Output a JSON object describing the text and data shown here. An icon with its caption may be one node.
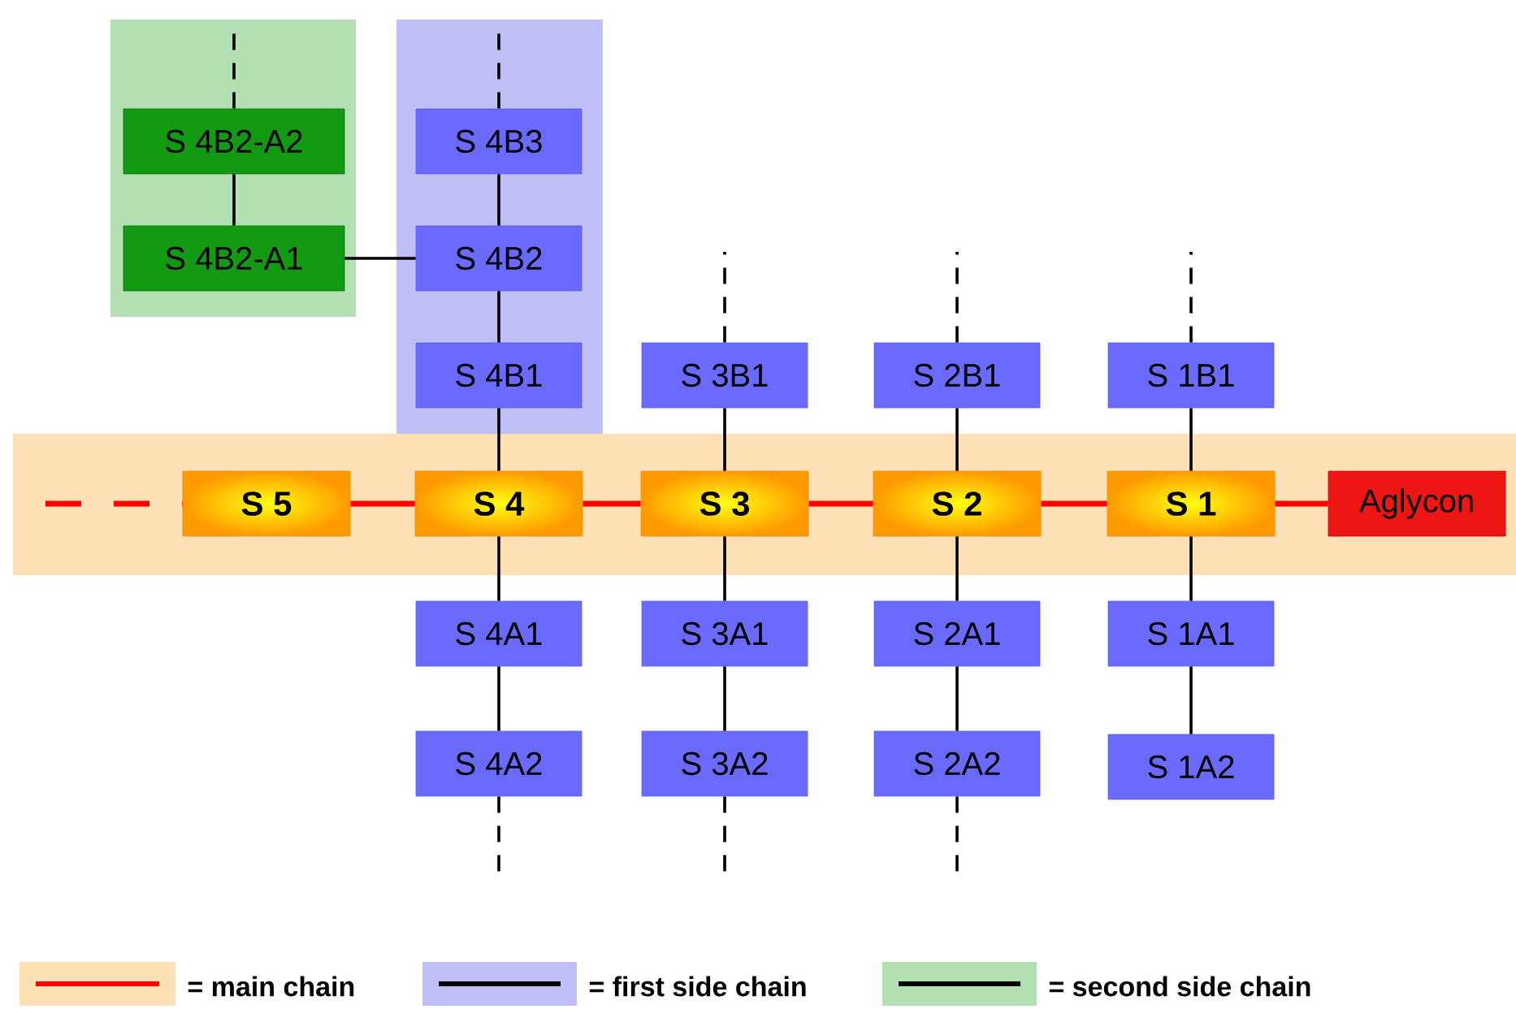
{
  "diagram": {
    "nodes": [
      {
        "text": [],
        "shape": "box"
      },
      {
        "text": [
          "S 4B2-A2"
        ],
        "in": 0
      },
      {
        "text": [
          "S 4B2-A1"
        ],
        "in": 0
      },
      {
        "text": [],
        "shape": "box"
      },
      {
        "text": [
          "S 4B3"
        ],
        "in": 3
      },
      {
        "text": [
          "S 4B2"
        ],
        "in": 3
      },
      {
        "text": [
          "S 4B1"
        ],
        "in": 3
      },
      {
        "text": [
          "S 3B1"
        ]
      },
      {
        "text": [
          "S 2B1"
        ]
      },
      {
        "text": [
          "S 1B1"
        ]
      },
      {
        "text": [],
        "shape": "box"
      },
      {
        "text": [
          "S 5"
        ],
        "in": 10
      },
      {
        "text": [
          "S 4"
        ],
        "in": 10
      },
      {
        "text": [
          "S 3"
        ],
        "in": 10
      },
      {
        "text": [
          "S 2"
        ],
        "in": 10
      },
      {
        "text": [
          "S 1"
        ],
        "in": 10
      },
      {
        "text": [
          "Aglycon"
        ],
        "in": 10
      },
      {
        "text": [
          "S 4A1"
        ]
      },
      {
        "text": [
          "S 3A1"
        ]
      },
      {
        "text": [
          "S 2A1"
        ]
      },
      {
        "text": [
          "S 1A1"
        ]
      },
      {
        "text": [
          "S 4A2"
        ]
      },
      {
        "text": [
          "S 3A2"
        ]
      },
      {
        "text": [
          "S 2A2"
        ]
      },
      {
        "text": [
          "S 1A2"
        ]
      }
    ],
    "edges": [
      {
        "from": null,
        "to": 11,
        "arrow": "none",
        "style": "dashed",
        "color": "#ff0000"
      },
      {
        "from": 11,
        "to": 12,
        "arrow": "none",
        "style": "thick",
        "color": "#ff0000"
      },
      {
        "from": 12,
        "to": 13,
        "arrow": "none",
        "style": "thick",
        "color": "#ff0000"
      },
      {
        "from": 13,
        "to": 14,
        "arrow": "none",
        "style": "thick",
        "color": "#ff0000"
      },
      {
        "from": 14,
        "to": 15,
        "arrow": "none",
        "style": "thick",
        "color": "#ff0000"
      },
      {
        "from": 15,
        "to": 16,
        "arrow": "none",
        "style": "thick",
        "color": "#ff0000"
      },
      {
        "from": 12,
        "to": 6,
        "arrow": "none"
      },
      {
        "from": 6,
        "to": 5,
        "arrow": "none"
      },
      {
        "from": 5,
        "to": 4,
        "arrow": "none"
      },
      {
        "from": 4,
        "to": null,
        "arrow": "none",
        "style": "dashed"
      },
      {
        "from": 5,
        "to": 2,
        "arrow": "none"
      },
      {
        "from": 2,
        "to": 1,
        "arrow": "none"
      },
      {
        "from": 1,
        "to": null,
        "arrow": "none",
        "style": "dashed"
      },
      {
        "from": 13,
        "to": 7,
        "arrow": "none"
      },
      {
        "from": 7,
        "to": null,
        "arrow": "none",
        "style": "dashed"
      },
      {
        "from": 14,
        "to": 8,
        "arrow": "none"
      },
      {
        "from": 8,
        "to": null,
        "arrow": "none",
        "style": "dashed"
      },
      {
        "from": 15,
        "to": 9,
        "arrow": "none"
      },
      {
        "from": 9,
        "to": null,
        "arrow": "none",
        "style": "dashed"
      },
      {
        "from": 12,
        "to": 17,
        "arrow": "none"
      },
      {
        "from": 17,
        "to": 21,
        "arrow": "none"
      },
      {
        "from": 21,
        "to": null,
        "arrow": "none",
        "style": "dashed"
      },
      {
        "from": 13,
        "to": 18,
        "arrow": "none"
      },
      {
        "from": 18,
        "to": 22,
        "arrow": "none"
      },
      {
        "from": 22,
        "to": null,
        "arrow": "none",
        "style": "dashed"
      },
      {
        "from": 14,
        "to": 19,
        "arrow": "none"
      },
      {
        "from": 19,
        "to": 23,
        "arrow": "none"
      },
      {
        "from": 23,
        "to": null,
        "arrow": "none",
        "style": "dashed"
      },
      {
        "from": 15,
        "to": 20,
        "arrow": "none"
      },
      {
        "from": 20,
        "to": 24,
        "arrow": "none"
      }
    ],
    "legend": [
      {
        "text": "= main chain",
        "color": "#fde0b6"
      },
      {
        "text": "= first side chain",
        "color": "#c0c0f8"
      },
      {
        "text": "= second side chain",
        "color": "#b3e0b3"
      }
    ]
  }
}
